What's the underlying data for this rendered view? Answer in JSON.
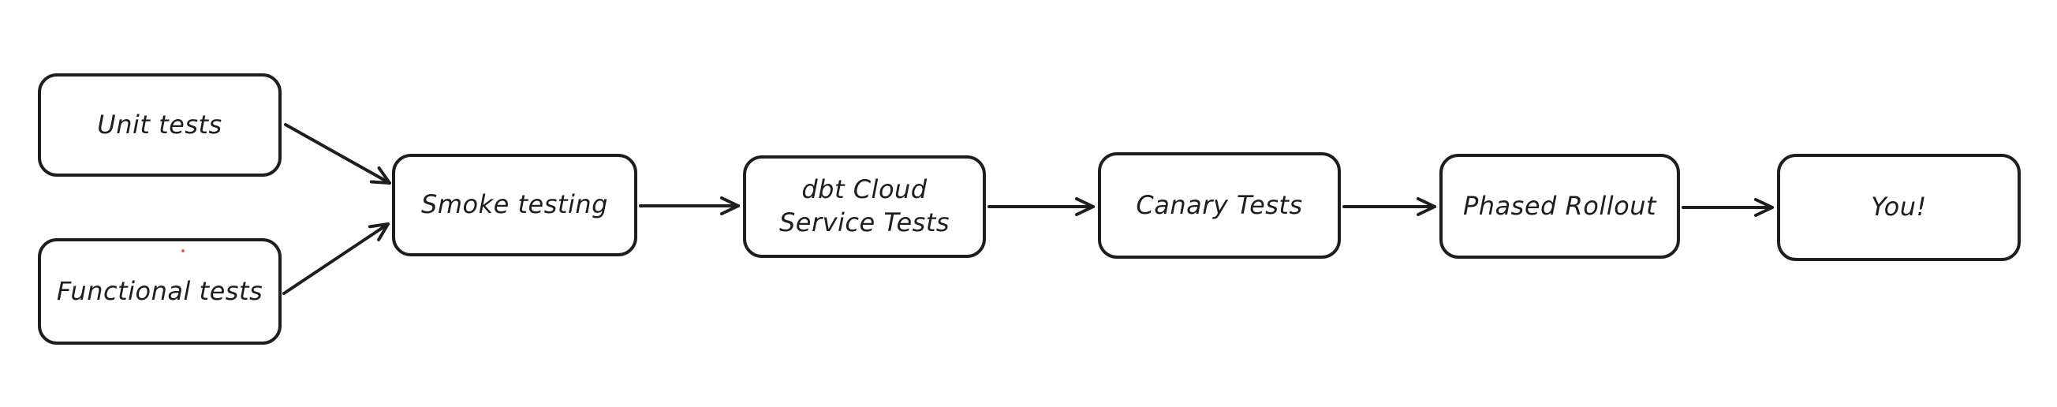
{
  "diagram": {
    "background_color": "#ffffff",
    "stroke_color": "#1e1e1e",
    "stray_dot_color": "#e03131",
    "nodes": [
      {
        "id": "unit-tests",
        "label": "Unit tests"
      },
      {
        "id": "functional-tests",
        "label": "Functional tests"
      },
      {
        "id": "smoke-testing",
        "label": "Smoke testing"
      },
      {
        "id": "dbt-cloud-service-tests",
        "label": "dbt Cloud\nService Tests"
      },
      {
        "id": "canary-tests",
        "label": "Canary Tests"
      },
      {
        "id": "phased-rollout",
        "label": "Phased Rollout"
      },
      {
        "id": "you",
        "label": "You!"
      }
    ],
    "edges": [
      {
        "from": "unit-tests",
        "to": "smoke-testing"
      },
      {
        "from": "functional-tests",
        "to": "smoke-testing"
      },
      {
        "from": "smoke-testing",
        "to": "dbt-cloud-service-tests"
      },
      {
        "from": "dbt-cloud-service-tests",
        "to": "canary-tests"
      },
      {
        "from": "canary-tests",
        "to": "phased-rollout"
      },
      {
        "from": "phased-rollout",
        "to": "you"
      }
    ]
  }
}
